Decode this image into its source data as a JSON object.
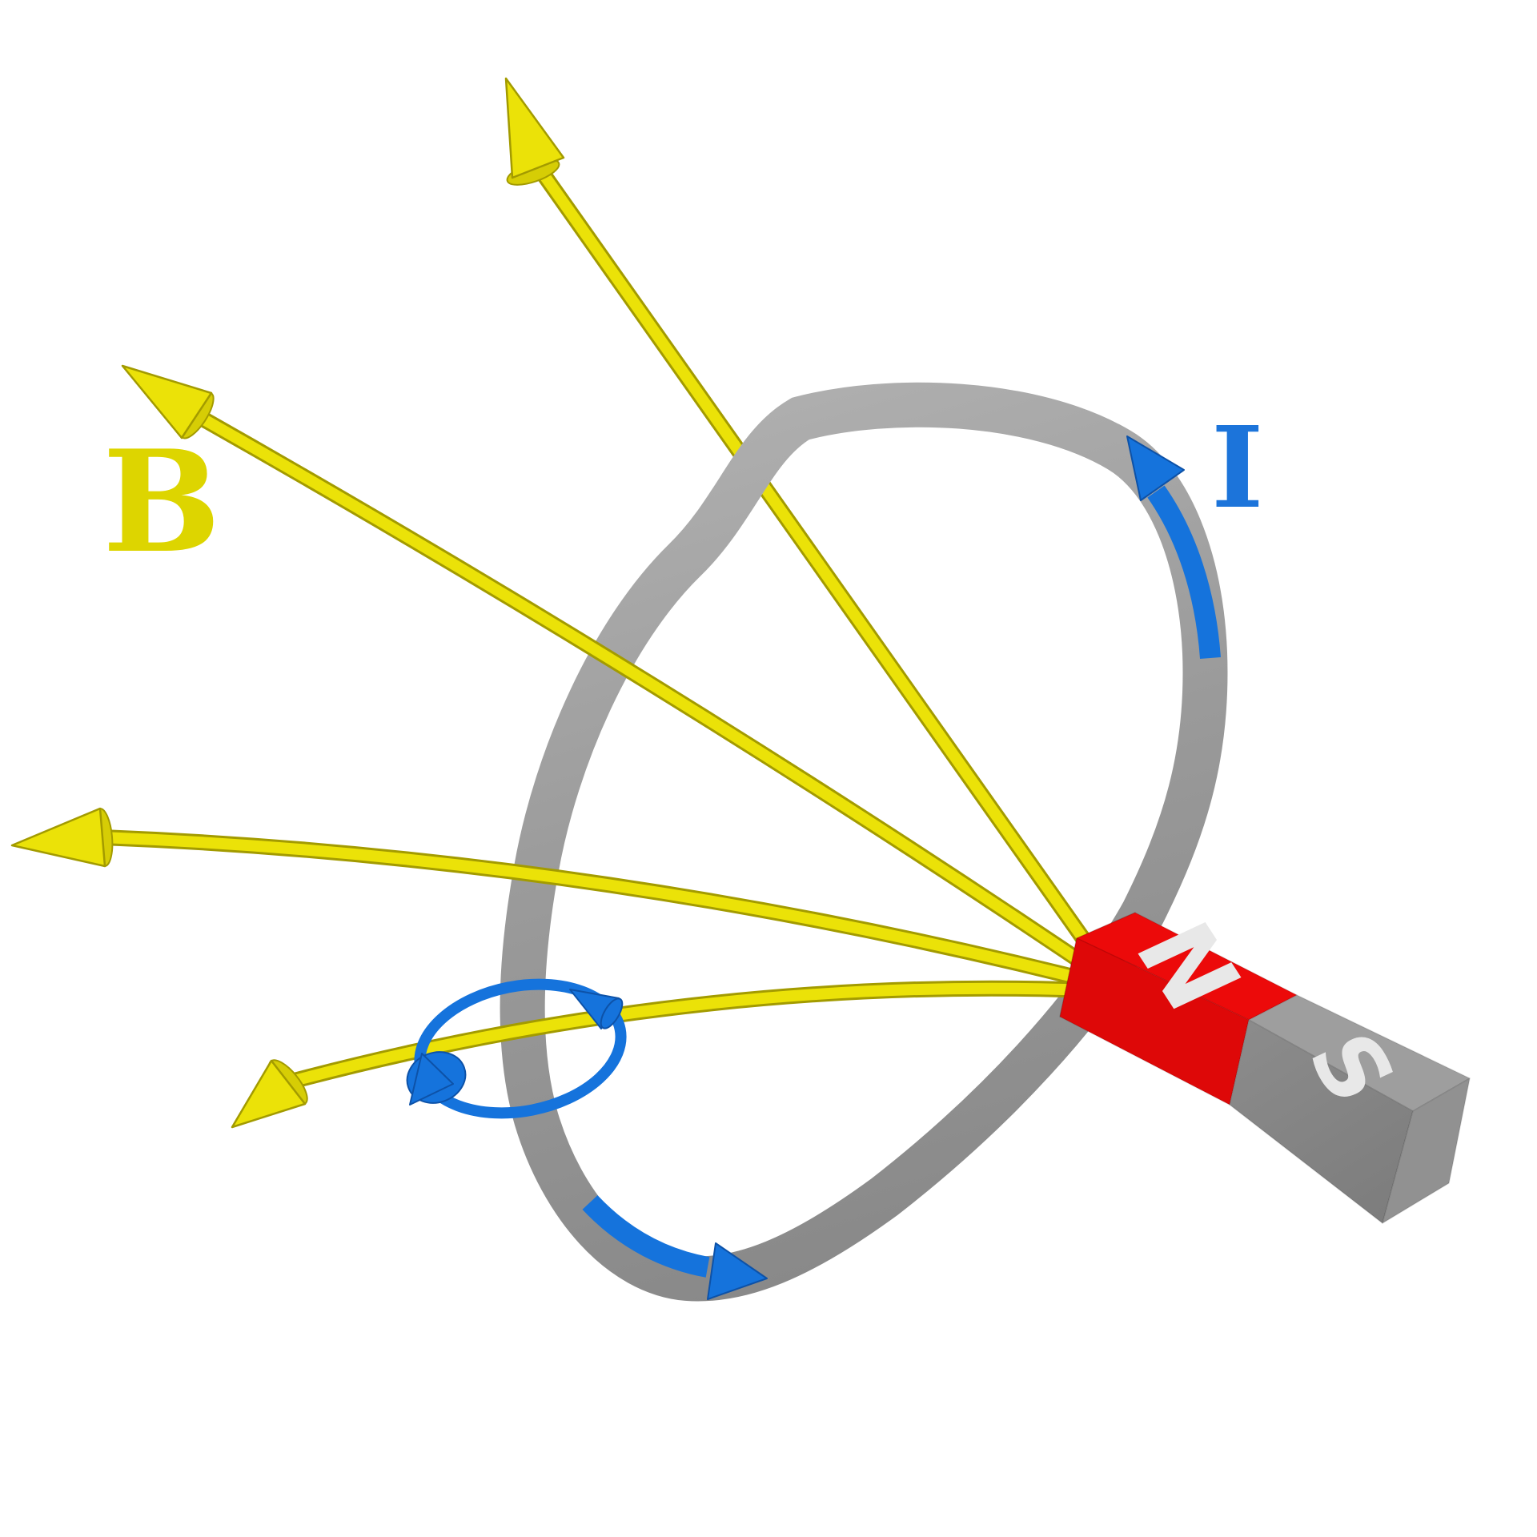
{
  "labels": {
    "field": "B",
    "current": "I",
    "north": "N",
    "south": "S"
  },
  "colors": {
    "background": "#ffffff",
    "field_line": "#ebe208",
    "field_line_edge": "#a39b00",
    "field_label": "#ddd500",
    "current_blue": "#1573dc",
    "current_blue_dark": "#0d52a8",
    "current_label": "#1c74da",
    "loop_gray_light": "#b2b2b2",
    "loop_gray": "#989898",
    "loop_gray_dark": "#878787",
    "magnet_red_top": "#ec0a0a",
    "magnet_red_front": "#de0808",
    "magnet_red_cap": "#d20707",
    "magnet_gray_top": "#9e9e9e",
    "magnet_gray_front": "#848484",
    "magnet_gray_cap": "#919191",
    "pole_letters": "#e8e8e8"
  },
  "scene": {
    "type": "physics-diagram",
    "field_line_count": 4,
    "field_arrow_directions": [
      "up",
      "upper-left",
      "left",
      "lower-left"
    ],
    "current_arrow_positions": [
      "loop-right-limb-up",
      "loop-bottom-right",
      "circulation-ring-around-lower-field-line"
    ],
    "magnet_pole_facing_loop": "N"
  }
}
